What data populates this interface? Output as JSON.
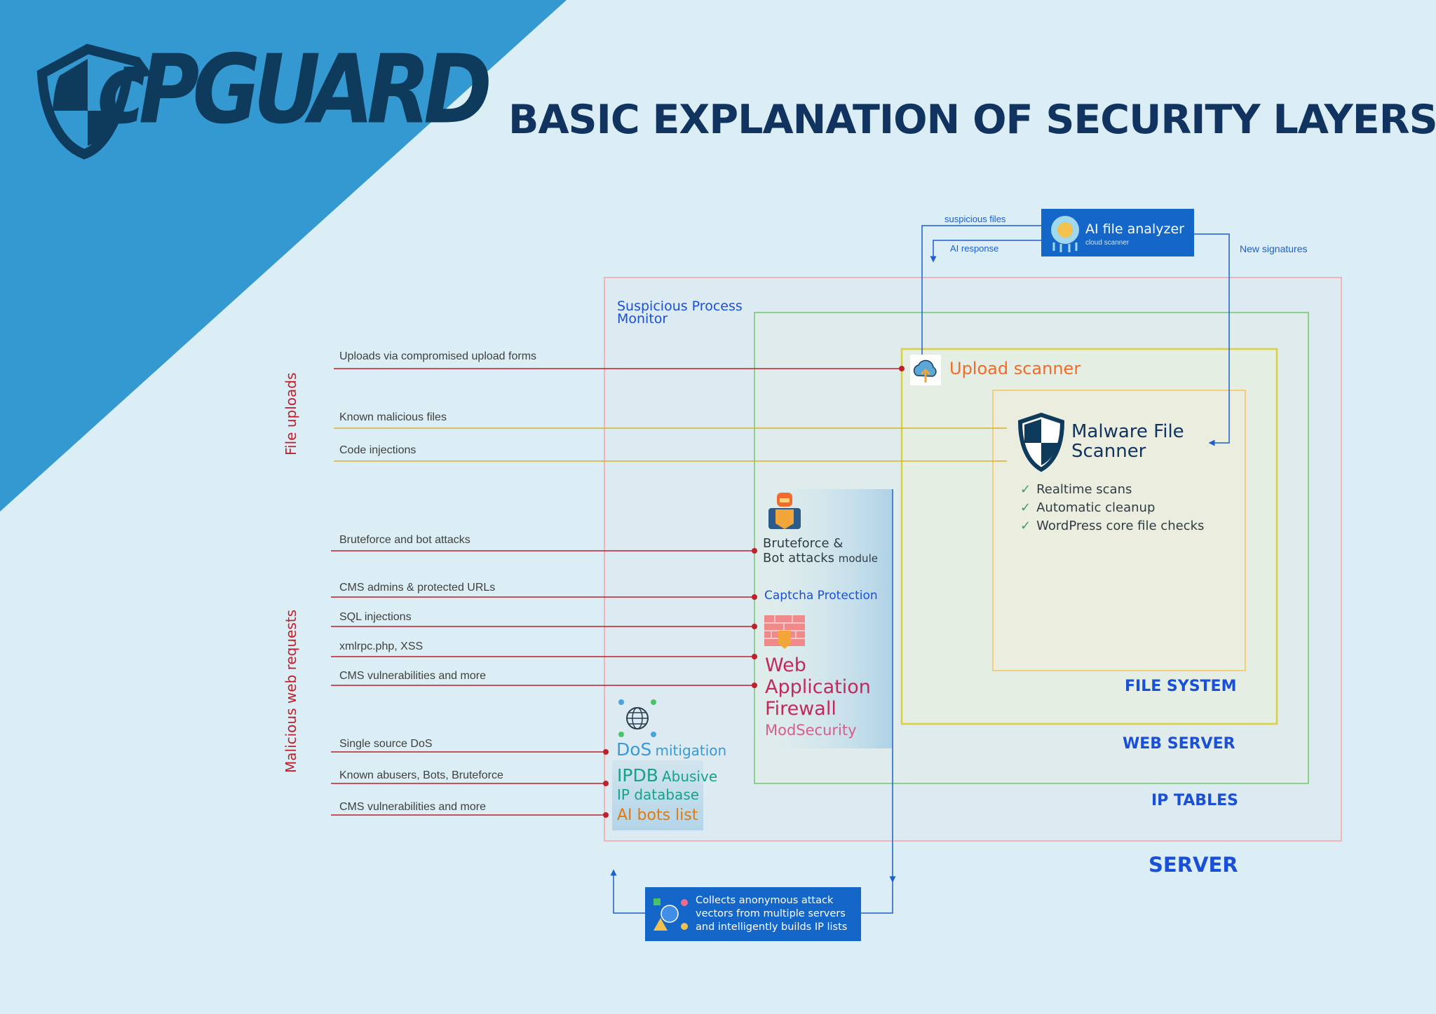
{
  "logo": {
    "text": "cPGUARD"
  },
  "title": "BASIC EXPLANATION OF SECURITY LAYERS",
  "ai_analyzer": {
    "title": "AI file analyzer",
    "subtitle": "cloud scanner",
    "flow_out": "suspicious files",
    "flow_in": "AI response",
    "signatures": "New signatures"
  },
  "process_monitor": "Suspicious Process Monitor",
  "side_labels": {
    "uploads": "File uploads",
    "web": "Malicious web requests"
  },
  "threats": [
    "Uploads via compromised upload forms",
    "Known malicious files",
    "Code injections",
    "Bruteforce and bot attacks",
    "CMS admins & protected URLs",
    "SQL injections",
    "xmlrpc.php, XSS",
    "CMS vulnerabilities and more",
    "Single source DoS",
    "Known abusers, Bots, Bruteforce",
    "CMS vulnerabilities and more"
  ],
  "upload_scanner": "Upload scanner",
  "malware_scanner": {
    "title_line1": "Malware File",
    "title_line2": "Scanner",
    "features": [
      "Realtime scans",
      "Automatic cleanup",
      "WordPress core file checks"
    ]
  },
  "bruteforce_module": {
    "line1": "Bruteforce &",
    "line2": "Bot attacks",
    "suffix": "module"
  },
  "captcha": "Captcha Protection",
  "waf": {
    "line1": "Web",
    "line2": "Application",
    "line3": "Firewall",
    "sub": "ModSecurity"
  },
  "dos": {
    "main": "DoS",
    "rest": "mitigation"
  },
  "ipdb": {
    "main": "IPDB",
    "rest": "Abusive",
    "line2": "IP database"
  },
  "ai_bots": "AI bots list",
  "collector": {
    "line1": "Collects anonymous attack",
    "line2": "vectors from multiple servers",
    "line3": "and intelligently builds IP lists"
  },
  "layers": {
    "file_system": "FILE SYSTEM",
    "web_server": "WEB SERVER",
    "ip_tables": "IP TABLES",
    "server": "SERVER"
  },
  "colors": {
    "background": "#dbedf5",
    "corner": "#3399d0",
    "navy": "#10335f",
    "threat_red": "#c0202a",
    "layer_blue": "#1a4fd8",
    "orange": "#f26b2c",
    "waf_red": "#c2295a",
    "teal": "#17a08a",
    "ai_orange": "#e07a10",
    "box_blue": "#1466c8"
  },
  "icons": [
    "shield-logo-icon",
    "brain-cloud-icon",
    "cloud-upload-icon",
    "shield-icon",
    "check-icon",
    "robot-icon",
    "firewall-icon",
    "globe-network-icon",
    "ai-network-icon"
  ]
}
